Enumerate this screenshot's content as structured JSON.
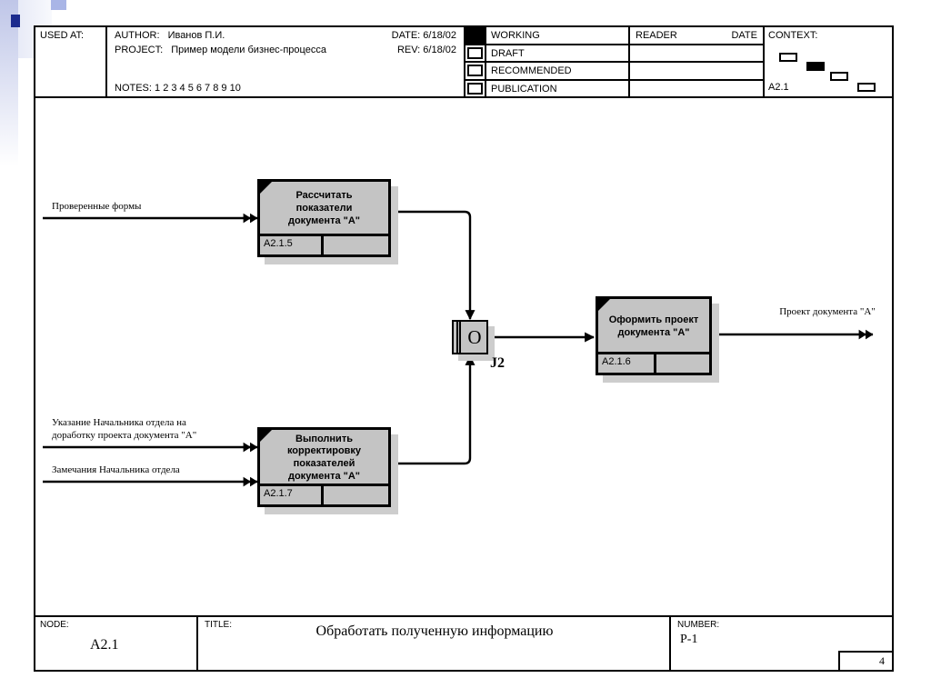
{
  "colors": {
    "box_fill": "#c4c4c4",
    "box_shadow": "#cdcdcd",
    "line": "#000000",
    "decor_navy": "#1c2b8e",
    "decor_periwinkle": "#a9b5e6",
    "decor_strip": "#bfc6e8"
  },
  "header": {
    "used_at_label": "USED AT:",
    "author_label": "AUTHOR:",
    "author_value": "Иванов П.И.",
    "project_label": "PROJECT:",
    "project_value": "Пример модели бизнес-процесса",
    "notes_label": "NOTES:",
    "notes_value": "1 2 3 4 5 6 7 8 9 10",
    "date_label": "DATE:",
    "date_value": "6/18/02",
    "rev_label": "REV:",
    "rev_value": "6/18/02",
    "status_rows": [
      {
        "label": "WORKING",
        "checked": true
      },
      {
        "label": "DRAFT",
        "checked": false
      },
      {
        "label": "RECOMMENDED",
        "checked": false
      },
      {
        "label": "PUBLICATION",
        "checked": false
      }
    ],
    "reader_label": "READER",
    "reader_date_label": "DATE",
    "context_label": "CONTEXT:",
    "context_node": "A2.1"
  },
  "diagram": {
    "arrow_labels": {
      "input_top": "Проверенные формы",
      "input_mid": "Указание Начальника отдела на\nдоработку проекта документа \"А\"",
      "input_bottom": "Замечания Начальника отдела",
      "output": "Проект документа \"А\""
    },
    "boxes": [
      {
        "name": "Рассчитать\nпоказатели\nдокумента \"А\"",
        "id": "A2.1.5"
      },
      {
        "name": "Оформить проект\nдокумента \"А\"",
        "id": "A2.1.6"
      },
      {
        "name": "Выполнить\nкорректировку\nпоказателей\nдокумента \"А\"",
        "id": "A2.1.7"
      }
    ],
    "junction": {
      "symbol": "O",
      "label": "J2"
    }
  },
  "footer": {
    "node_label": "NODE:",
    "node_value": "A2.1",
    "title_label": "TITLE:",
    "title_value": "Обработать полученную информацию",
    "number_label": "NUMBER:",
    "number_value": "P-1",
    "page_number": "4"
  }
}
